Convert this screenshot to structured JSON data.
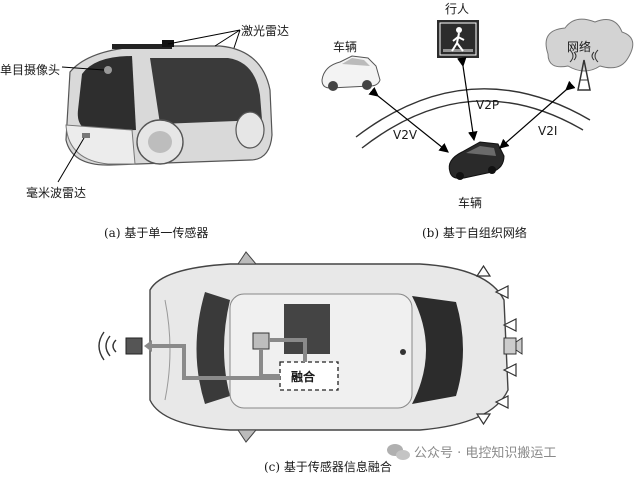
{
  "panel_a": {
    "labels": {
      "lidar": "激光雷达",
      "camera": "单目摄像头",
      "radar": "毫米波雷达"
    },
    "caption": "(a) 基于单一传感器"
  },
  "panel_b": {
    "labels": {
      "pedestrian": "行人",
      "vehicle_top": "车辆",
      "network": "网络",
      "v2p": "V2P",
      "v2v": "V2V",
      "v2i": "V2I",
      "vehicle_bottom": "车辆"
    },
    "caption": "(b) 基于自组织网络"
  },
  "panel_c": {
    "labels": {
      "fusion": "融合"
    },
    "caption": "(c) 基于传感器信息融合"
  },
  "watermark": {
    "text": "公众号 · 电控知识搬运工",
    "icon": "wechat-icon"
  }
}
